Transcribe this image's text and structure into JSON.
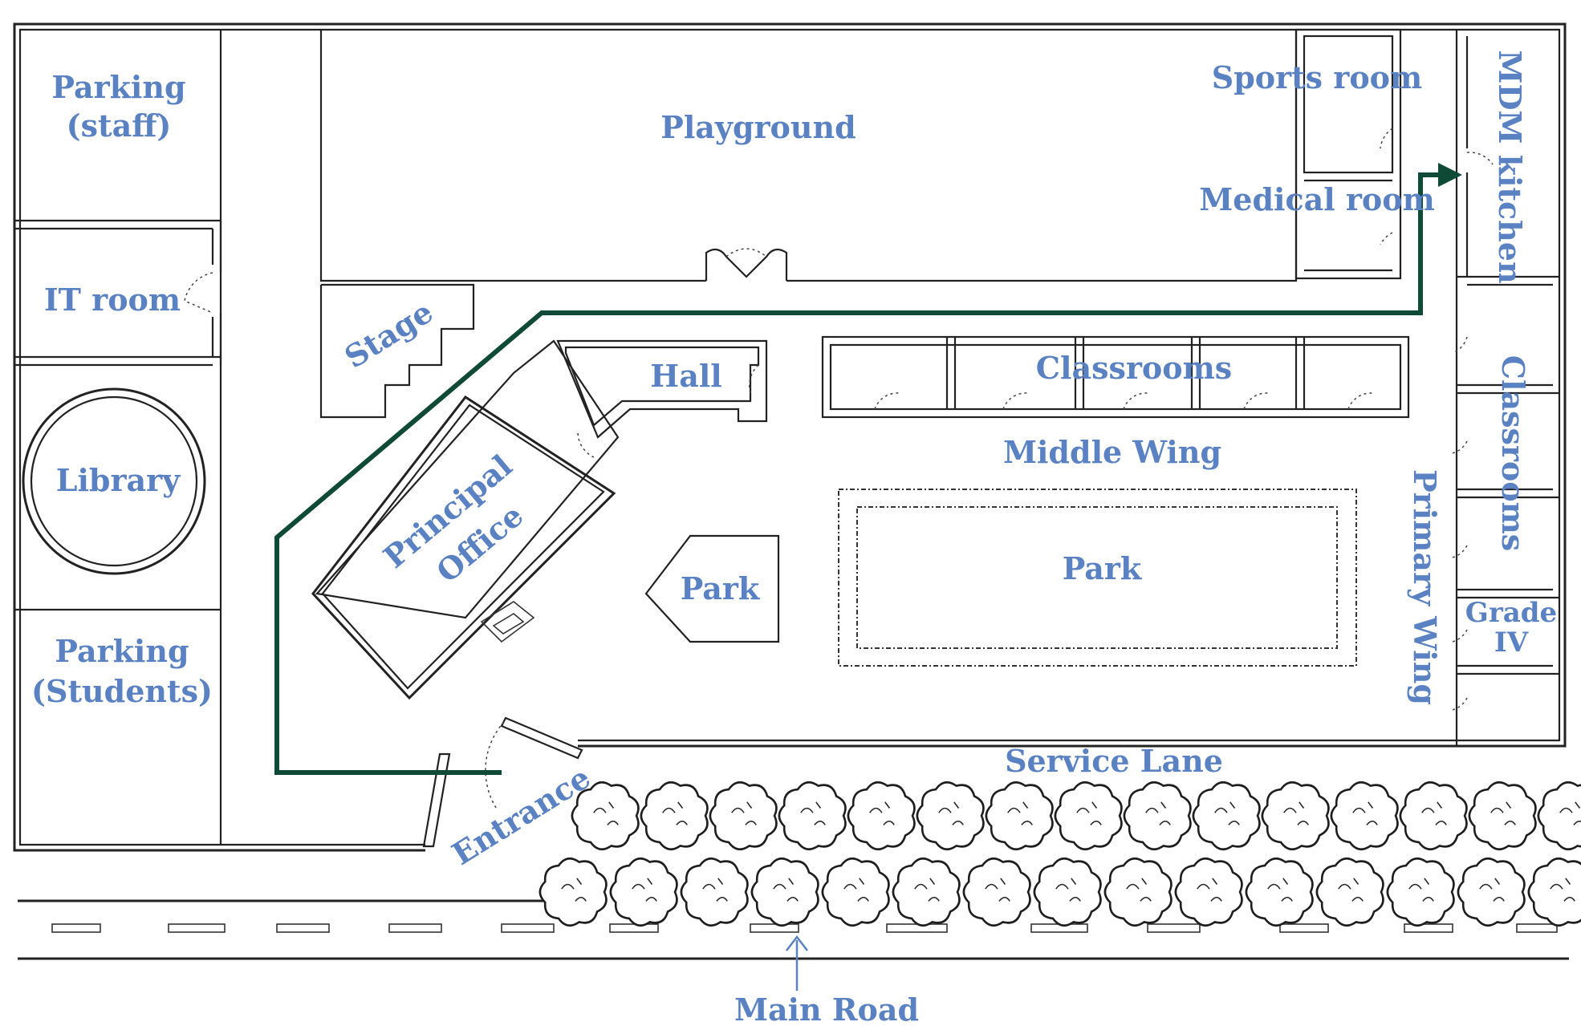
{
  "labels": {
    "parking_staff_1": "Parking",
    "parking_staff_2": "(staff)",
    "it_room": "IT room",
    "library": "Library",
    "parking_students_1": "Parking",
    "parking_students_2": "(Students)",
    "playground": "Playground",
    "stage": "Stage",
    "hall": "Hall",
    "principal_office_1": "Principal",
    "principal_office_2": "Office",
    "park_small": "Park",
    "park_large": "Park",
    "classrooms_middle": "Classrooms",
    "middle_wing": "Middle Wing",
    "sports_room": "Sports room",
    "medical_room": "Medical room",
    "mdm_kitchen": "MDM kitchen",
    "classrooms_primary": "Classrooms",
    "primary_wing": "Primary Wing",
    "grade_iv_1": "Grade",
    "grade_iv_2": "IV",
    "service_lane": "Service Lane",
    "entrance": "Entrance",
    "main_road": "Main Road"
  },
  "colors": {
    "label": "#5a82c2",
    "route": "#0f4a37",
    "ink": "#222222"
  }
}
